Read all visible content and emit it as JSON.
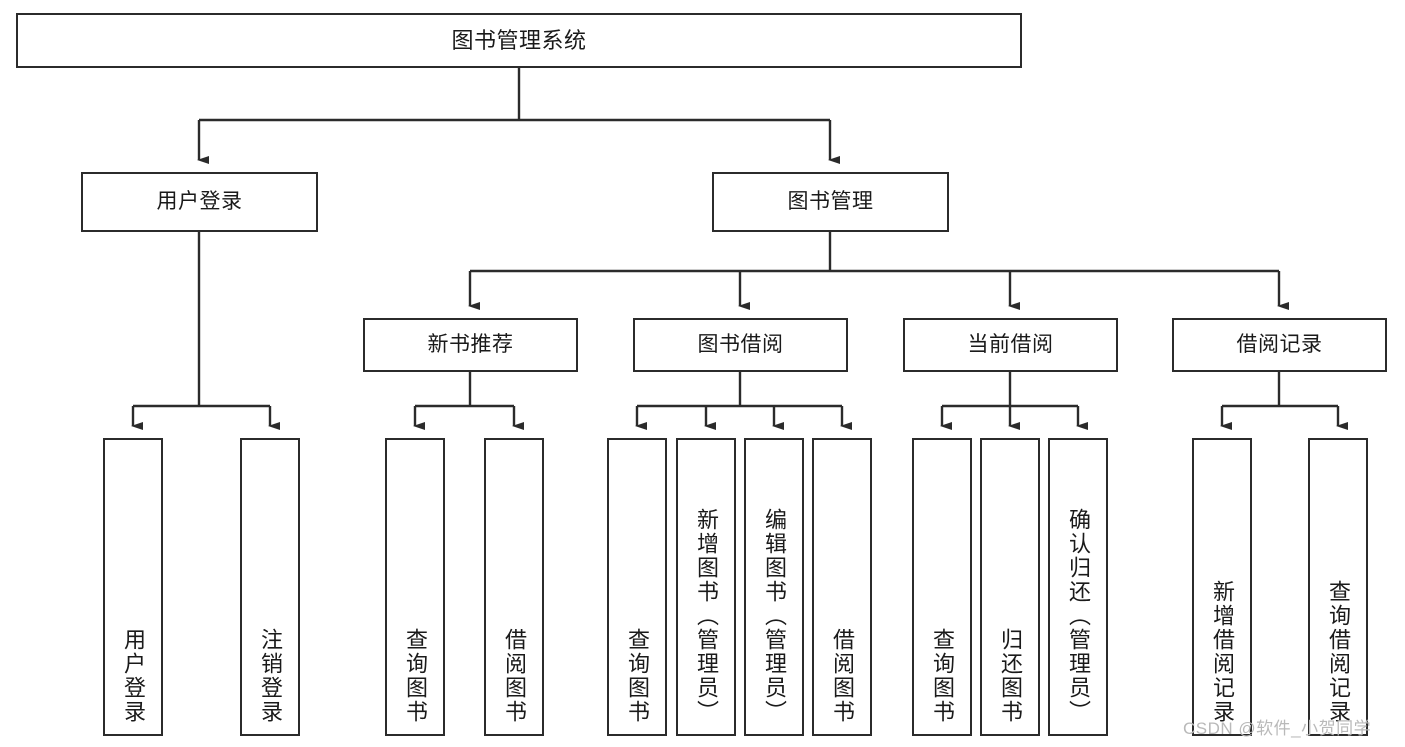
{
  "diagram": {
    "title": "图书管理系统",
    "type": "tree-hierarchy",
    "watermark": "CSDN @软件_小贺同学",
    "colors": {
      "background": "#ffffff",
      "box_border": "#2b2b2b",
      "box_fill": "#ffffff",
      "text": "#1a1a1a",
      "edge": "#2b2b2b",
      "watermark": "#b9b9b9"
    },
    "levels": {
      "root": {
        "label": "图书管理系统"
      },
      "level2": [
        {
          "label": "用户登录"
        },
        {
          "label": "图书管理"
        }
      ],
      "level3": [
        {
          "label": "新书推荐"
        },
        {
          "label": "图书借阅"
        },
        {
          "label": "当前借阅"
        },
        {
          "label": "借阅记录"
        }
      ]
    },
    "leaves": {
      "user_login": [
        {
          "label": "用户登录"
        },
        {
          "label": "注销登录"
        }
      ],
      "new_book_recommend": [
        {
          "label": "查询图书"
        },
        {
          "label": "借阅图书"
        }
      ],
      "book_borrow": [
        {
          "label": "查询图书"
        },
        {
          "label": "新增图书（管理员）"
        },
        {
          "label": "编辑图书（管理员）"
        },
        {
          "label": "借阅图书"
        }
      ],
      "current_borrow": [
        {
          "label": "查询图书"
        },
        {
          "label": "归还图书"
        },
        {
          "label": "确认归还（管理员）"
        }
      ],
      "borrow_record": [
        {
          "label": "新增借阅记录"
        },
        {
          "label": "查询借阅记录"
        }
      ]
    }
  }
}
